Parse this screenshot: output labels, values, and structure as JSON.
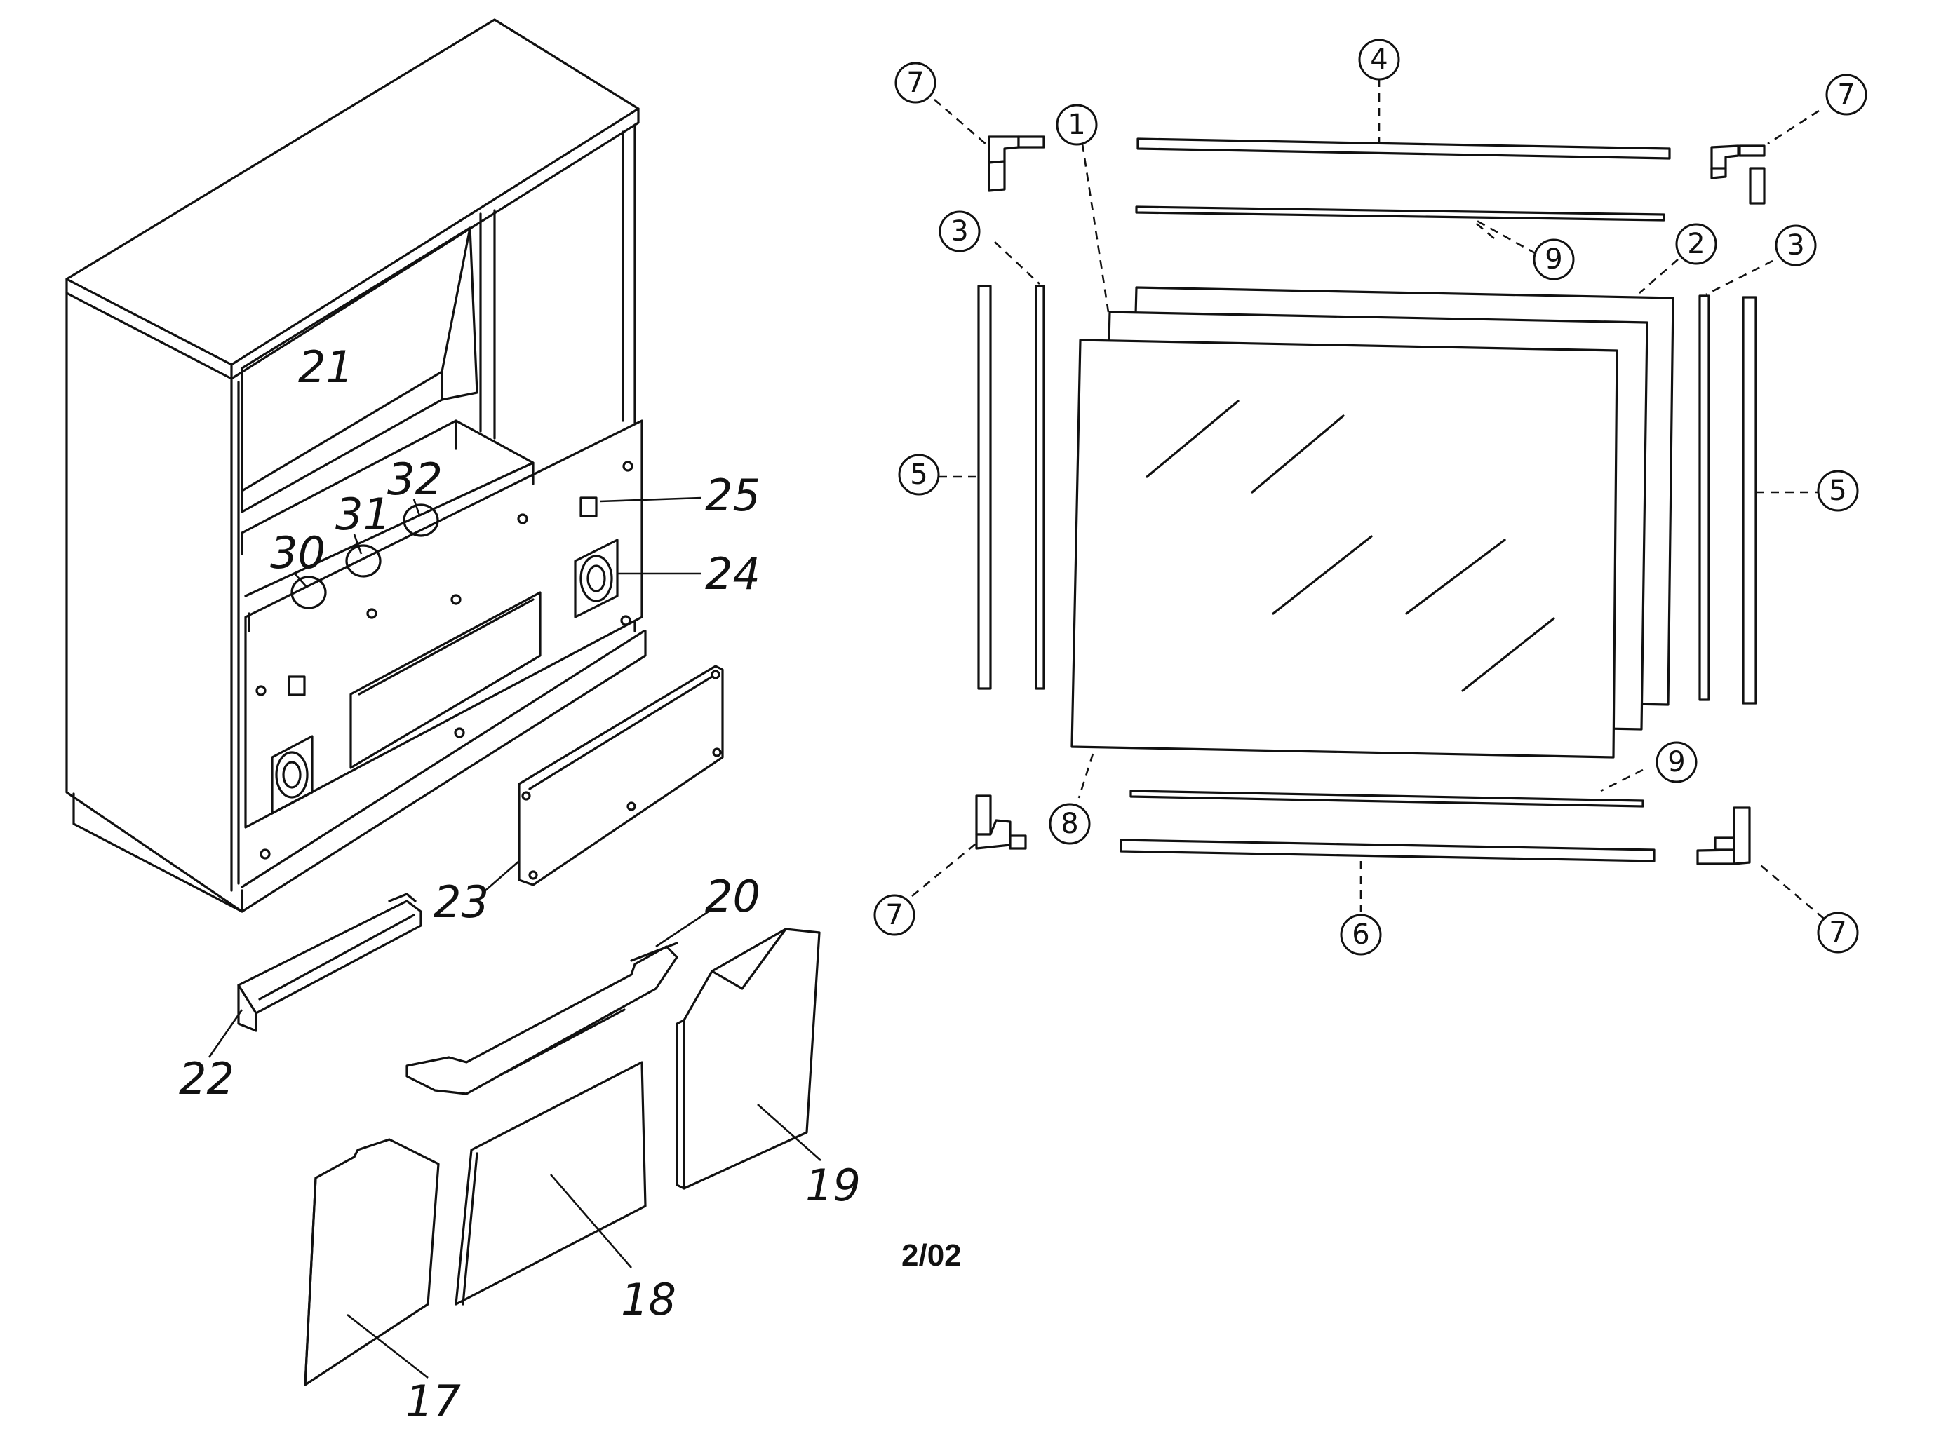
{
  "date_code": "2/02",
  "callouts": {
    "c1": "1",
    "c2": "2",
    "c3a": "3",
    "c3b": "3",
    "c4": "4",
    "c5a": "5",
    "c5b": "5",
    "c6": "6",
    "c7a": "7",
    "c7b": "7",
    "c7c": "7",
    "c7d": "7",
    "c8": "8",
    "c9a": "9",
    "c9b": "9"
  },
  "labels": {
    "l17": "17",
    "l18": "18",
    "l19": "19",
    "l20": "20",
    "l21": "21",
    "l22": "22",
    "l23": "23",
    "l24": "24",
    "l25": "25",
    "l30": "30",
    "l31": "31",
    "l32": "32"
  }
}
